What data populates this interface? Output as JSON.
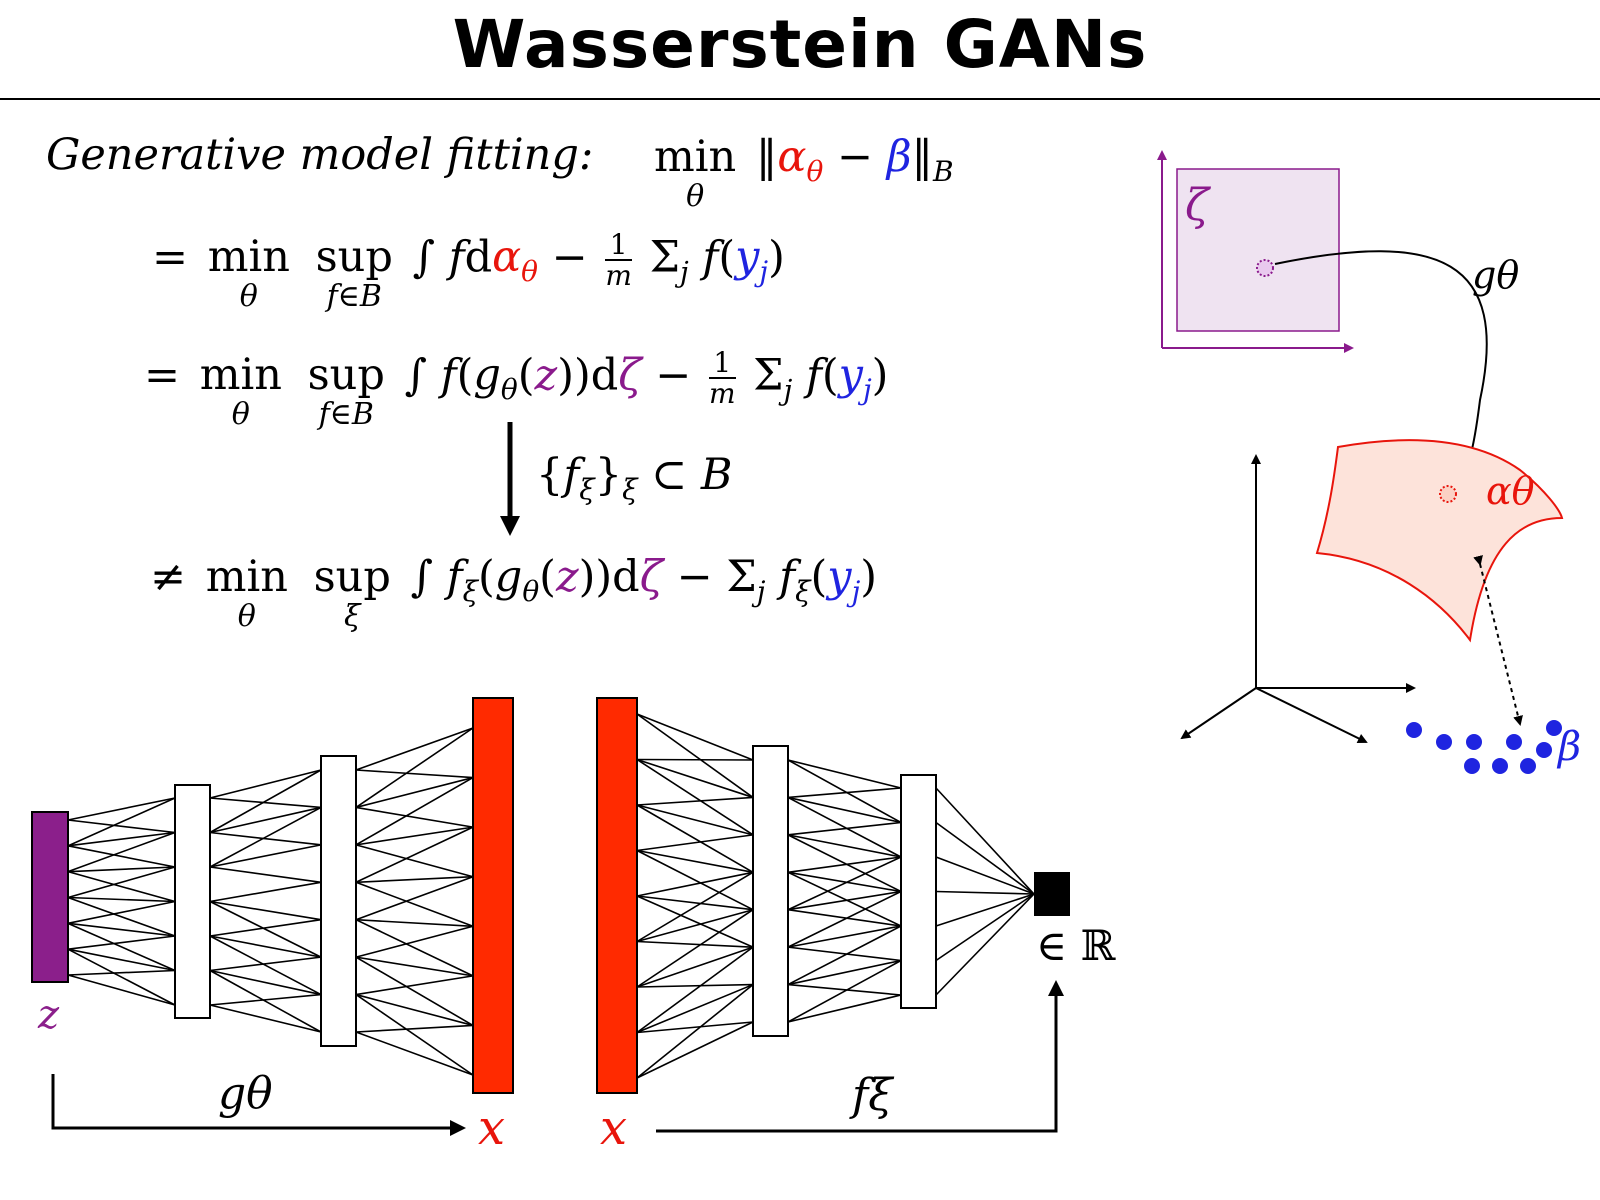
{
  "title": "Wasserstein GANs",
  "equations": {
    "line1_label": "Generative model fitting:",
    "line1_formula": "min_θ ‖α_θ − β‖_B",
    "line2_formula": "= min_θ sup_{f∈B} ∫ f dα_θ − (1/m) Σ_j f(y_j)",
    "line3_formula": "= min_θ sup_{f∈B} ∫ f(g_θ(z)) dζ − (1/m) Σ_j f(y_j)",
    "step_label": "{f_ξ}_ξ ⊂ B",
    "line4_formula": "≠ min_θ sup_ξ ∫ f_ξ(g_θ(z)) dζ − Σ_j f_ξ(y_j)"
  },
  "diagram_labels": {
    "zeta": "ζ",
    "g_theta": "gθ",
    "alpha_theta": "αθ",
    "beta": "β"
  },
  "network_labels": {
    "input_z": "z",
    "generator": "gθ",
    "output_x_left": "x",
    "input_x_right": "x",
    "discriminator": "fξ",
    "real_output": "∈ ℝ"
  },
  "colors": {
    "red": "#e8150c",
    "blue": "#1f24e0",
    "purple": "#8a1a8c",
    "layer_red": "#ff2a00",
    "z_purple": "#8b1f8b",
    "latent_fill": "#efe3f1",
    "manifold_fill": "#fde3da"
  }
}
